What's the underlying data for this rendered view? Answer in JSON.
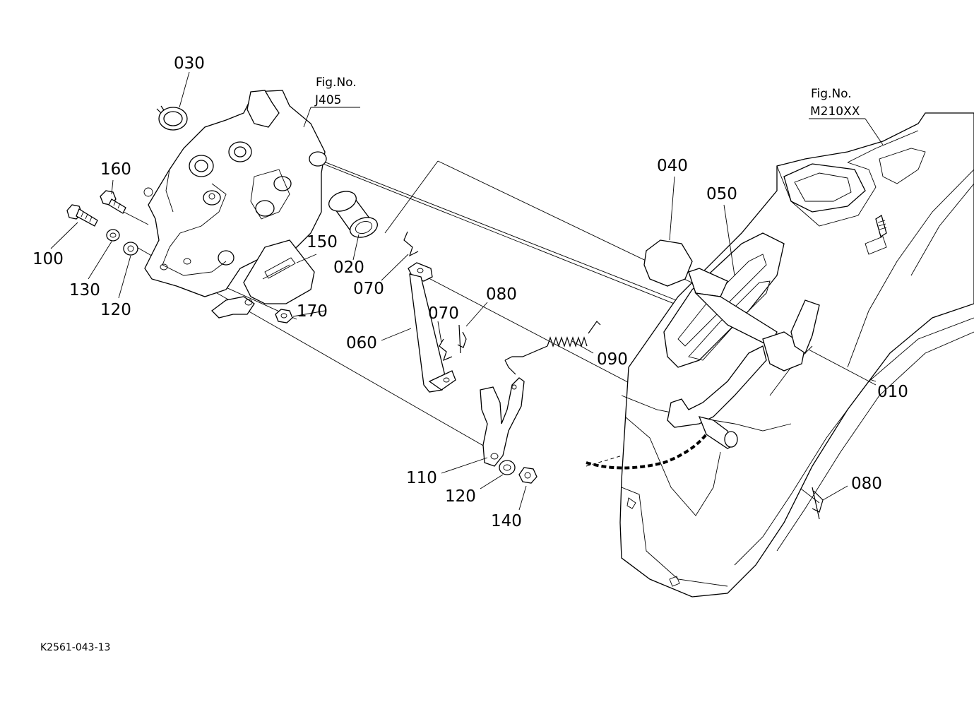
{
  "callouts": {
    "p010": "010",
    "p020": "020",
    "p030": "030",
    "p040": "040",
    "p050": "050",
    "p060": "060",
    "p070a": "070",
    "p070b": "070",
    "p080a": "080",
    "p080b": "080",
    "p090": "090",
    "p100": "100",
    "p110": "110",
    "p120a": "120",
    "p120b": "120",
    "p130": "130",
    "p140": "140",
    "p150": "150",
    "p160": "160",
    "p170": "170"
  },
  "figure_refs": {
    "ref1_label": "Fig.No.",
    "ref1_number": "J405",
    "ref2_label": "Fig.No.",
    "ref2_number": "M210XX"
  },
  "drawing_code": "K2561-043-13"
}
